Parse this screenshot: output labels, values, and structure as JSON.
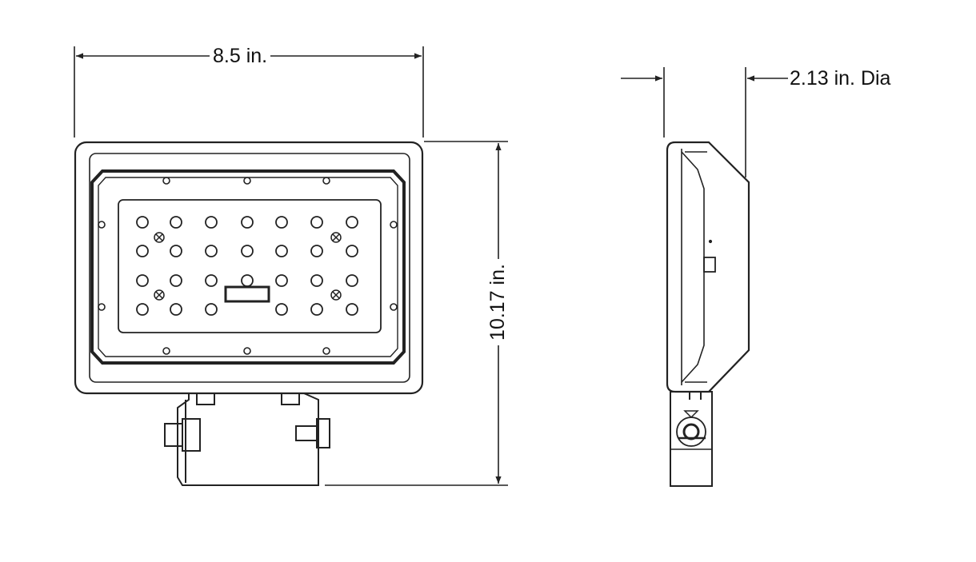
{
  "dimensions": {
    "width": "8.5 in.",
    "height": "10.17 in.",
    "depth": "2.13 in. Dia"
  },
  "colors": {
    "line": "#222222",
    "background": "#ffffff"
  },
  "views": [
    "front-view",
    "side-view"
  ]
}
